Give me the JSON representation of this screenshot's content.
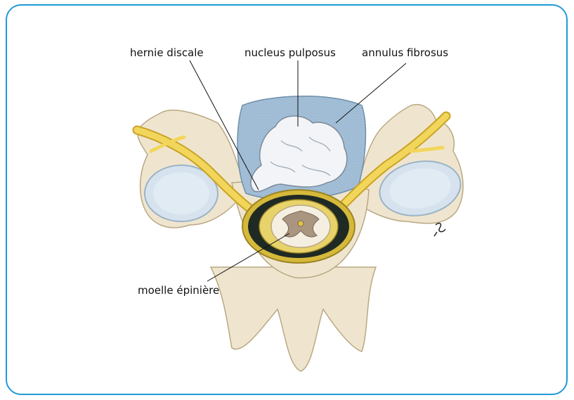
{
  "labels": {
    "hernia": "hernie discale",
    "nucleus": "nucleus pulposus",
    "annulus": "annulus fibrosus",
    "cord": "moelle épinière"
  },
  "icons": [
    "signature-mark"
  ]
}
